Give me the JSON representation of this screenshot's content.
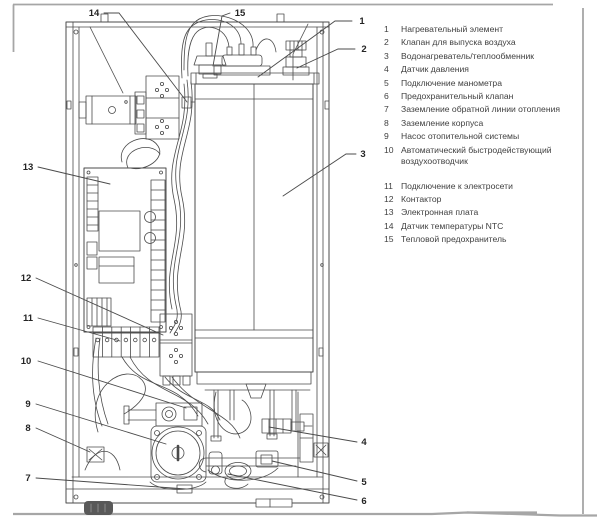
{
  "diagram": {
    "kind": "boiler-internal-components-line-drawing",
    "callout_numbers": [
      "1",
      "2",
      "3",
      "4",
      "5",
      "6",
      "7",
      "8",
      "9",
      "10",
      "11",
      "12",
      "13",
      "14",
      "15"
    ]
  },
  "legend": {
    "items": [
      {
        "num": "1",
        "label": "Нагревательный элемент"
      },
      {
        "num": "2",
        "label": "Клапан для выпуска воздуха"
      },
      {
        "num": "3",
        "label": "Водонагреватель/теплообменник"
      },
      {
        "num": "4",
        "label": "Датчик давления"
      },
      {
        "num": "5",
        "label": "Подключение манометра"
      },
      {
        "num": "6",
        "label": "Предохранительный клапан"
      },
      {
        "num": "7",
        "label": "Заземление обратной линии отопления"
      },
      {
        "num": "8",
        "label": "Заземление корпуса"
      },
      {
        "num": "9",
        "label": "Насос отопительной системы"
      },
      {
        "num": "10",
        "label": "Автоматический быстродействующий воздухоотводчик"
      },
      {
        "num": "11",
        "label": "Подключение к электросети"
      },
      {
        "num": "12",
        "label": "Контактор"
      },
      {
        "num": "13",
        "label": "Электронная плата"
      },
      {
        "num": "14",
        "label": "Датчик температуры NTC"
      },
      {
        "num": "15",
        "label": "Тепловой предохранитель"
      }
    ]
  },
  "colors": {
    "line": "#4b4b4b",
    "text": "#3f3f3f",
    "callout": "#252525",
    "page_border": "#a6a6a6",
    "foot": "#595959"
  }
}
